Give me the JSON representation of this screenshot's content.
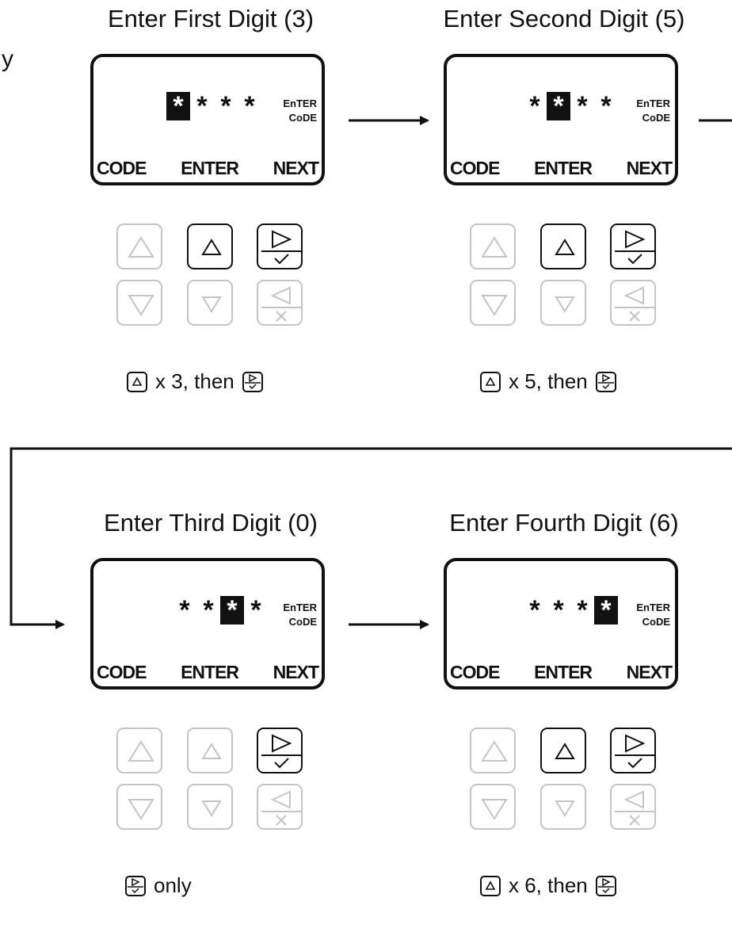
{
  "stray_text": "y",
  "panels": [
    {
      "title": "Enter First Digit (3)",
      "stars": [
        "*",
        "*",
        "*",
        "*"
      ],
      "highlight": 0,
      "status_line1": "EnTER",
      "status_line2": "CoDE",
      "softkeys": [
        "CODE",
        "ENTER",
        "NEXT"
      ],
      "active_keys": [
        "up",
        "next"
      ],
      "instruction_mult": "x 3, then",
      "instruction_only": ""
    },
    {
      "title": "Enter Second Digit (5)",
      "stars": [
        "*",
        "*",
        "*",
        "*"
      ],
      "highlight": 1,
      "status_line1": "EnTER",
      "status_line2": "CoDE",
      "softkeys": [
        "CODE",
        "ENTER",
        "NEXT"
      ],
      "active_keys": [
        "up",
        "next"
      ],
      "instruction_mult": "x 5, then",
      "instruction_only": ""
    },
    {
      "title": "Enter Third Digit (0)",
      "stars": [
        "*",
        "*",
        "*",
        "*"
      ],
      "highlight": 2,
      "status_line1": "EnTER",
      "status_line2": "CoDE",
      "softkeys": [
        "CODE",
        "ENTER",
        "NEXT"
      ],
      "active_keys": [
        "next"
      ],
      "instruction_mult": "",
      "instruction_only": "only"
    },
    {
      "title": "Enter Fourth Digit (6)",
      "stars": [
        "*",
        "*",
        "*",
        "*"
      ],
      "highlight": 3,
      "status_line1": "EnTER",
      "status_line2": "CoDE",
      "softkeys": [
        "CODE",
        "ENTER",
        "NEXT"
      ],
      "active_keys": [
        "up",
        "next"
      ],
      "instruction_mult": "x 6, then",
      "instruction_only": ""
    }
  ],
  "colors": {
    "active": "#111111",
    "inactive": "#c4c4c4"
  },
  "icons": [
    "up-triangle-icon",
    "down-triangle-icon",
    "next-check-icon",
    "back-cancel-icon"
  ]
}
